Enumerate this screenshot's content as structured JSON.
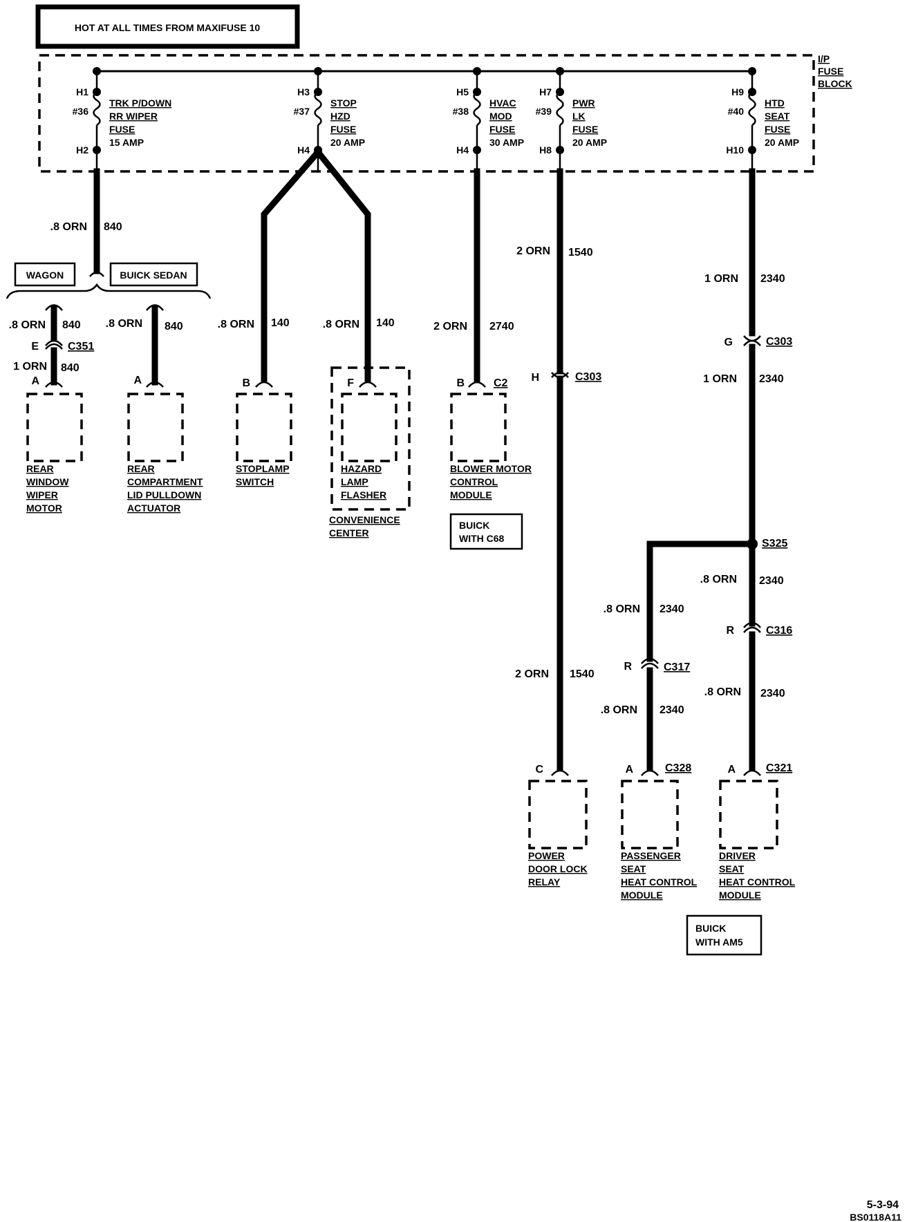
{
  "header": {
    "title": "HOT AT ALL TIMES FROM MAXIFUSE 10"
  },
  "fuse_block": {
    "label_line1": "I/P",
    "label_line2": "FUSE",
    "label_line3": "BLOCK"
  },
  "fuses": [
    {
      "top_pin": "H1",
      "bottom_pin": "H2",
      "number": "#36",
      "name_lines": [
        "TRK P/DOWN",
        "RR WIPER",
        "FUSE"
      ],
      "rating": "15 AMP"
    },
    {
      "top_pin": "H3",
      "bottom_pin": "H4",
      "number": "#37",
      "name_lines": [
        "STOP",
        "HZD",
        "FUSE"
      ],
      "rating": "20 AMP"
    },
    {
      "top_pin": "H5",
      "bottom_pin": "H4",
      "number": "#38",
      "name_lines": [
        "HVAC",
        "MOD",
        "FUSE"
      ],
      "rating": "30 AMP"
    },
    {
      "top_pin": "H7",
      "bottom_pin": "H8",
      "number": "#39",
      "name_lines": [
        "PWR",
        "LK",
        "FUSE"
      ],
      "rating": "20 AMP"
    },
    {
      "top_pin": "H9",
      "bottom_pin": "H10",
      "number": "#40",
      "name_lines": [
        "HTD",
        "SEAT",
        "FUSE"
      ],
      "rating": "20 AMP"
    }
  ],
  "variants": {
    "wagon": "WAGON",
    "buick_sedan": "BUICK SEDAN"
  },
  "wires": {
    "w840_top": {
      "gauge": ".8 ORN",
      "circuit": "840"
    },
    "w840_wagon_upper": {
      "gauge": ".8 ORN",
      "circuit": "840"
    },
    "w840_wagon_lower": {
      "gauge": "1 ORN",
      "circuit": "840"
    },
    "w840_sedan": {
      "gauge": ".8 ORN",
      "circuit": "840"
    },
    "w140_left": {
      "gauge": ".8 ORN",
      "circuit": "140"
    },
    "w140_right": {
      "gauge": ".8 ORN",
      "circuit": "140"
    },
    "w2740": {
      "gauge": "2 ORN",
      "circuit": "2740"
    },
    "w1540_upper": {
      "gauge": "2 ORN",
      "circuit": "1540"
    },
    "w1540_lower": {
      "gauge": "2 ORN",
      "circuit": "1540"
    },
    "w2340_top": {
      "gauge": "1 ORN",
      "circuit": "2340"
    },
    "w2340_mid": {
      "gauge": "1 ORN",
      "circuit": "2340"
    },
    "w2340_s325_right": {
      "gauge": ".8 ORN",
      "circuit": "2340"
    },
    "w2340_c316_lower": {
      "gauge": ".8 ORN",
      "circuit": "2340"
    },
    "w2340_s325_left": {
      "gauge": ".8 ORN",
      "circuit": "2340"
    },
    "w2340_c317_lower": {
      "gauge": ".8 ORN",
      "circuit": "2340"
    }
  },
  "connectors": {
    "c351": {
      "pin": "E",
      "name": "C351"
    },
    "c303_h": {
      "pin": "H",
      "name": "C303"
    },
    "c303_g": {
      "pin": "G",
      "name": "C303"
    },
    "c316": {
      "pin": "R",
      "name": "C316"
    },
    "c317": {
      "pin": "R",
      "name": "C317"
    },
    "c328": {
      "pin": "A",
      "name": "C328"
    },
    "c321": {
      "pin": "A",
      "name": "C321"
    },
    "c2": {
      "pin": "B",
      "name": "C2"
    },
    "splice": {
      "name": "S325"
    }
  },
  "components": {
    "wiper": {
      "pin": "A",
      "lines": [
        "REAR",
        "WINDOW",
        "WIPER",
        "MOTOR"
      ]
    },
    "pulldown": {
      "pin": "A",
      "lines": [
        "REAR",
        "COMPARTMENT",
        "LID PULLDOWN",
        "ACTUATOR"
      ]
    },
    "stoplamp": {
      "pin": "B",
      "lines": [
        "STOPLAMP",
        "SWITCH"
      ]
    },
    "hazard": {
      "pin": "F",
      "lines": [
        "HAZARD",
        "LAMP",
        "FLASHER"
      ],
      "center_lines": [
        "CONVENIENCE",
        "CENTER"
      ]
    },
    "blower": {
      "lines": [
        "BLOWER MOTOR",
        "CONTROL",
        "MODULE"
      ],
      "note_lines": [
        "BUICK",
        "WITH C68"
      ]
    },
    "doorlock": {
      "pin": "C",
      "lines": [
        "POWER",
        "DOOR LOCK",
        "RELAY"
      ]
    },
    "passenger": {
      "lines": [
        "PASSENGER",
        "SEAT",
        "HEAT CONTROL",
        "MODULE"
      ]
    },
    "driver": {
      "lines": [
        "DRIVER",
        "SEAT",
        "HEAT CONTROL",
        "MODULE"
      ],
      "note_lines": [
        "BUICK",
        "WITH AM5"
      ]
    }
  },
  "footer": {
    "date": "5-3-94",
    "code": "BS0118A11"
  }
}
